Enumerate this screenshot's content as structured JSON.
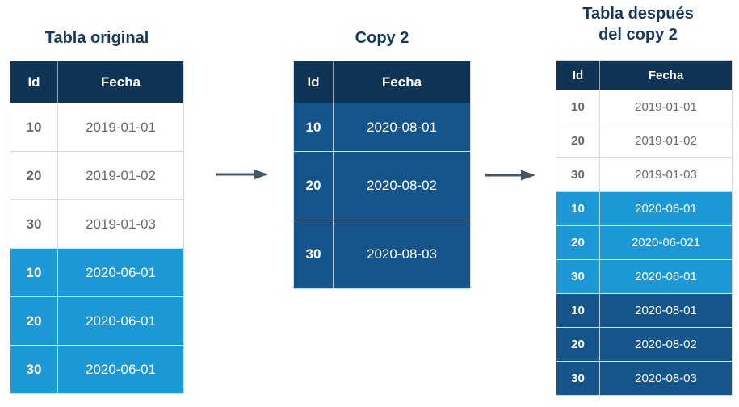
{
  "colors": {
    "header_bg": "#0F3456",
    "header_text": "#FFFFFF",
    "title_text": "#17395F",
    "row_white_bg": "#FFFFFF",
    "row_white_text": "#65696E",
    "row_light_blue_bg": "#1C98D6",
    "row_medium_blue_bg": "#16548C",
    "row_blue_text": "#FFFFFF",
    "table_border": "#D9D9D9",
    "arrow": "#44546A"
  },
  "tables": [
    {
      "title": "Tabla original",
      "columns": [
        "Id",
        "Fecha"
      ],
      "rows": [
        {
          "id": "10",
          "fecha": "2019-01-01",
          "variant": "white"
        },
        {
          "id": "20",
          "fecha": "2019-01-02",
          "variant": "white"
        },
        {
          "id": "30",
          "fecha": "2019-01-03",
          "variant": "white"
        },
        {
          "id": "10",
          "fecha": "2020-06-01",
          "variant": "light-blue"
        },
        {
          "id": "20",
          "fecha": "2020-06-01",
          "variant": "light-blue"
        },
        {
          "id": "30",
          "fecha": "2020-06-01",
          "variant": "light-blue"
        }
      ]
    },
    {
      "title": "Copy 2",
      "columns": [
        "Id",
        "Fecha"
      ],
      "rows": [
        {
          "id": "10",
          "fecha": "2020-08-01",
          "variant": "medium-blue"
        },
        {
          "id": "20",
          "fecha": "2020-08-02",
          "variant": "medium-blue"
        },
        {
          "id": "30",
          "fecha": "2020-08-03",
          "variant": "medium-blue"
        }
      ]
    },
    {
      "title_line1": "Tabla después",
      "title_line2": "del copy 2",
      "columns": [
        "Id",
        "Fecha"
      ],
      "rows": [
        {
          "id": "10",
          "fecha": "2019-01-01",
          "variant": "white"
        },
        {
          "id": "20",
          "fecha": "2019-01-02",
          "variant": "white"
        },
        {
          "id": "30",
          "fecha": "2019-01-03",
          "variant": "white"
        },
        {
          "id": "10",
          "fecha": "2020-06-01",
          "variant": "light-blue"
        },
        {
          "id": "20",
          "fecha": "2020-06-021",
          "variant": "light-blue"
        },
        {
          "id": "30",
          "fecha": "2020-06-01",
          "variant": "light-blue"
        },
        {
          "id": "10",
          "fecha": "2020-08-01",
          "variant": "medium-blue"
        },
        {
          "id": "20",
          "fecha": "2020-08-02",
          "variant": "medium-blue"
        },
        {
          "id": "30",
          "fecha": "2020-08-03",
          "variant": "medium-blue"
        }
      ]
    }
  ]
}
